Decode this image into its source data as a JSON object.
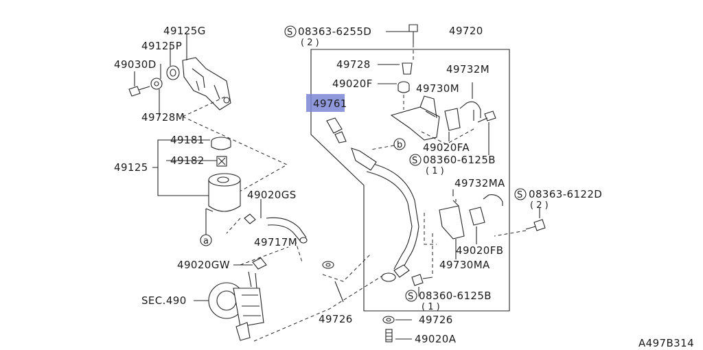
{
  "diagram": {
    "code": "A497B314",
    "labels": {
      "p49125G": "49125G",
      "p49125P": "49125P",
      "p49030D": "49030D",
      "p49728M": "49728M",
      "p49181": "49181",
      "p49182": "49182",
      "p49125": "49125",
      "p49020GS": "49020GS",
      "p49717M": "49717M",
      "p49020GW": "49020GW",
      "sec490": "SEC.490",
      "p49726a": "49726",
      "p49726b": "49726",
      "p49020A": "49020A",
      "p08363_6255D": "08363-6255D",
      "q2a": "( 2 )",
      "p49720": "49720",
      "p49728": "49728",
      "p49020F": "49020F",
      "p49761": "49761",
      "p49732M": "49732M",
      "p49730M": "49730M",
      "p49020FA": "49020FA",
      "p08360_6125B_a": "08360-6125B",
      "q1a": "( 1 )",
      "p49732MA": "49732MA",
      "p08363_6122D": "08363-6122D",
      "q2b": "( 2 )",
      "p49020FB": "49020FB",
      "p49730MA": "49730MA",
      "p08360_6125B_b": "08360-6125B",
      "q1b": "( 1 )",
      "ref_a": "a",
      "ref_b": "b",
      "s": "S"
    },
    "highlight_label": "49761"
  }
}
